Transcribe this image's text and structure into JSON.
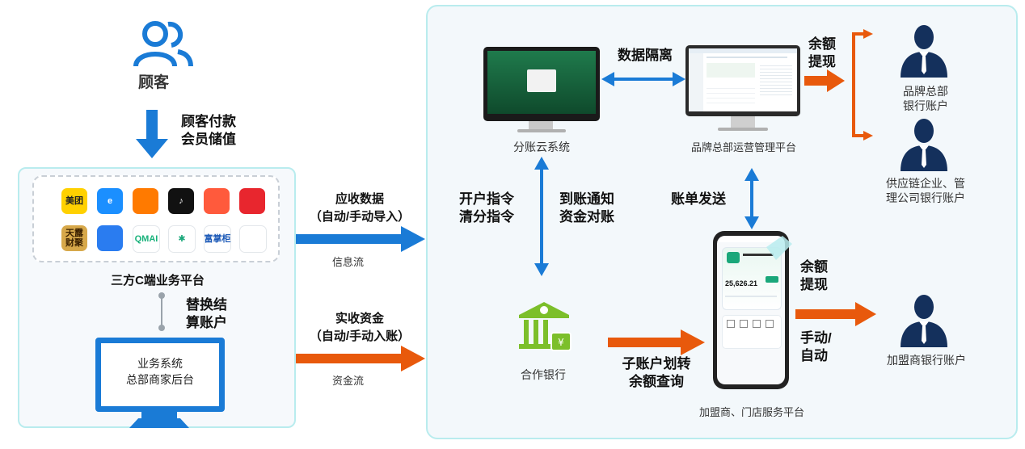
{
  "customer": {
    "label": "顾客"
  },
  "payment": {
    "label": "顾客付款\n会员储值"
  },
  "third_party": {
    "label": "三方C端业务平台",
    "apps": [
      {
        "icon": "meituan-icon",
        "text": "美团",
        "color": "#ffd100",
        "fg": "#222"
      },
      {
        "icon": "eleme-icon",
        "text": "e",
        "color": "#1b8fff",
        "fg": "#fff"
      },
      {
        "icon": "person-app-icon",
        "text": "",
        "color": "#ff7a00",
        "fg": "#fff"
      },
      {
        "icon": "douyin-icon",
        "text": "♪",
        "color": "#111111",
        "fg": "#fff"
      },
      {
        "icon": "grid-app-icon",
        "text": "",
        "color": "#ff5a3c",
        "fg": "#fff"
      },
      {
        "icon": "red-app-icon",
        "text": "",
        "color": "#e8262e",
        "fg": "#fff"
      },
      {
        "icon": "tianmao-caishen-icon",
        "text": "天露\n财聚",
        "color": "#d7a84a",
        "fg": "#3a2000"
      },
      {
        "icon": "blue-app-icon",
        "text": "",
        "color": "#2a7cf0",
        "fg": "#fff"
      },
      {
        "icon": "qmai-icon",
        "text": "QMAI",
        "color": "#ffffff",
        "fg": "#19b27b"
      },
      {
        "icon": "slack-like-icon",
        "text": "✱",
        "color": "#ffffff",
        "fg": "#1aa77a"
      },
      {
        "icon": "fuying-icon",
        "text": "富掌柜",
        "color": "#ffffff",
        "fg": "#1e5bb8"
      },
      {
        "icon": "swirl-icon",
        "text": "",
        "color": "#ffffff",
        "fg": "#2a7cf0"
      }
    ]
  },
  "switch_account": {
    "label": "替换结\n算账户"
  },
  "business_system": {
    "label": "业务系统\n总部商家后台"
  },
  "info_flow": {
    "label": "应收数据\n（自动/手动导入）",
    "sub": "信息流"
  },
  "fund_flow": {
    "label": "实收资金\n（自动/手动入账）",
    "sub": "资金流"
  },
  "split_cloud": {
    "label": "分账云系统"
  },
  "data_isolation": {
    "label": "数据隔离"
  },
  "brand_platform": {
    "label": "品牌总部运营管理平台"
  },
  "withdraw_top": {
    "label": "余额\n提现"
  },
  "brand_hq_account": {
    "label": "品牌总部\n银行账户"
  },
  "supply_account": {
    "label": "供应链企业、管\n理公司银行账户"
  },
  "instructions": {
    "label": "开户指令\n清分指令"
  },
  "arrival_notice": {
    "label": "到账通知\n资金对账"
  },
  "bill_send": {
    "label": "账单发送"
  },
  "partner_bank": {
    "label": "合作银行"
  },
  "sub_account": {
    "label": "子账户划转\n余额查询"
  },
  "withdraw_mid": {
    "label": "余额\n提现"
  },
  "manual_auto": {
    "label": "手动/\n自动"
  },
  "franchise_account": {
    "label": "加盟商银行账户"
  },
  "franchise_platform": {
    "label": "加盟商、门店服务平台"
  },
  "phone": {
    "amount": "25,626.21"
  },
  "colors": {
    "blue": "#1a7bd6",
    "orange": "#e8590c",
    "teal": "#b9ecee",
    "navy": "#14305c"
  }
}
